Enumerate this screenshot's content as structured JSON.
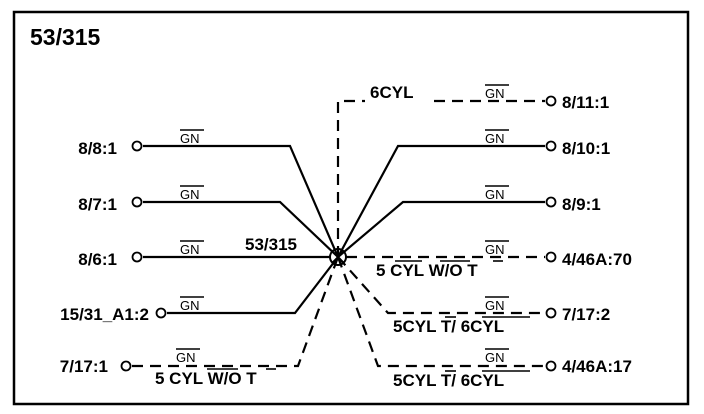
{
  "title": "53/315",
  "splice_label": "53/315",
  "wire_color": "GN",
  "left": [
    {
      "label": "8/8:1"
    },
    {
      "label": "8/7:1"
    },
    {
      "label": "8/6:1"
    },
    {
      "label": "15/31_A1:2"
    },
    {
      "label": "7/17:1",
      "note": "5 CYL W/O T"
    }
  ],
  "right": [
    {
      "label": "8/11:1",
      "note": "6CYL"
    },
    {
      "label": "8/10:1"
    },
    {
      "label": "8/9:1"
    },
    {
      "label": "4/46A:70",
      "note": "5 CYL W/O T"
    },
    {
      "label": "7/17:2",
      "note": "5CYL T/ 6CYL"
    },
    {
      "label": "4/46A:17",
      "note": "5CYL T/ 6CYL"
    }
  ]
}
